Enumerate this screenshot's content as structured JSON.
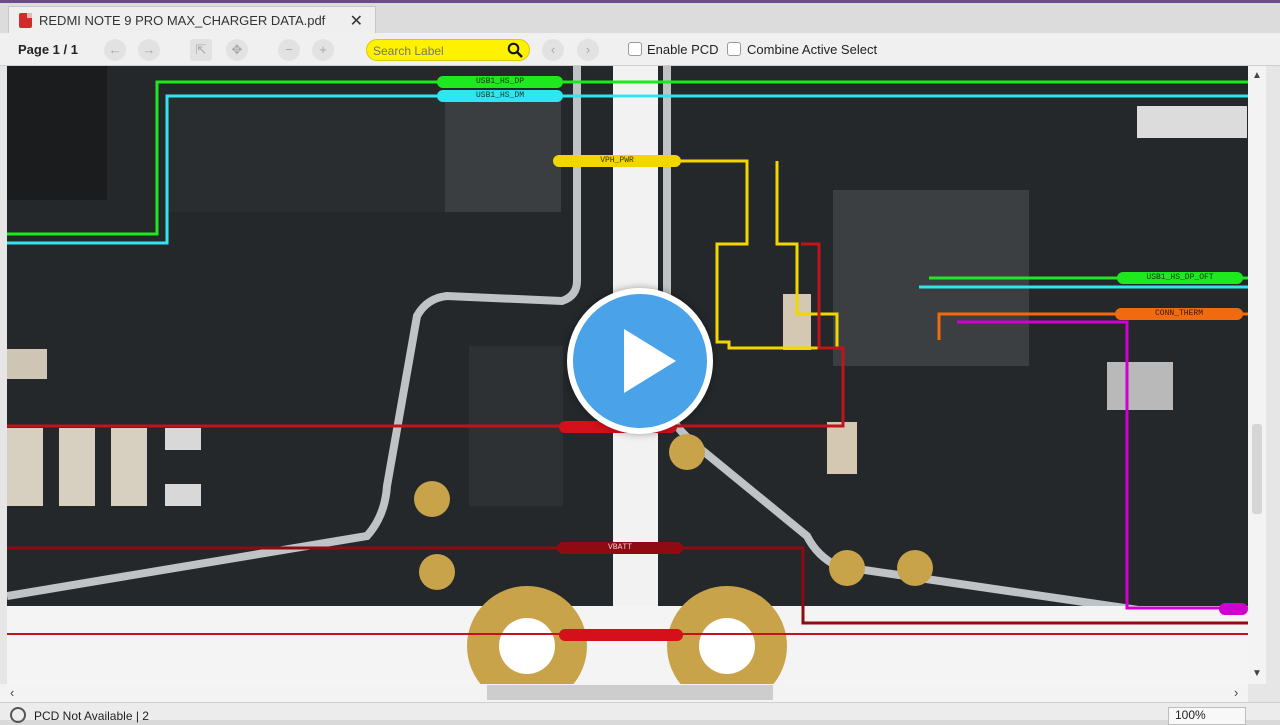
{
  "tab": {
    "title": "REDMI NOTE 9 PRO MAX_CHARGER DATA.pdf",
    "close": "✕"
  },
  "toolbar": {
    "page_label": "Page 1 / 1",
    "search_placeholder": "Search Label",
    "enable_pcd": "Enable PCD",
    "combine_active_select": "Combine Active Select"
  },
  "nets": [
    {
      "name": "USB1_HS_DP",
      "color": "#1ee81e"
    },
    {
      "name": "USB1_HS_DM",
      "color": "#2ee6f0"
    },
    {
      "name": "VPH_PWR",
      "color": "#f2d600"
    },
    {
      "name": "VBATT",
      "color": "#8f0a12"
    },
    {
      "name": "USB1_HS_DP_OFT",
      "color": "#1ee81e"
    },
    {
      "name": "CONN_THERM",
      "color": "#f06a10"
    }
  ],
  "status": {
    "message": "PCD Not Available",
    "count": "2",
    "zoom": "100%"
  },
  "colors": {
    "search_bg": "#fff200",
    "play": "#4aa3e8",
    "board": "#1f2224"
  }
}
